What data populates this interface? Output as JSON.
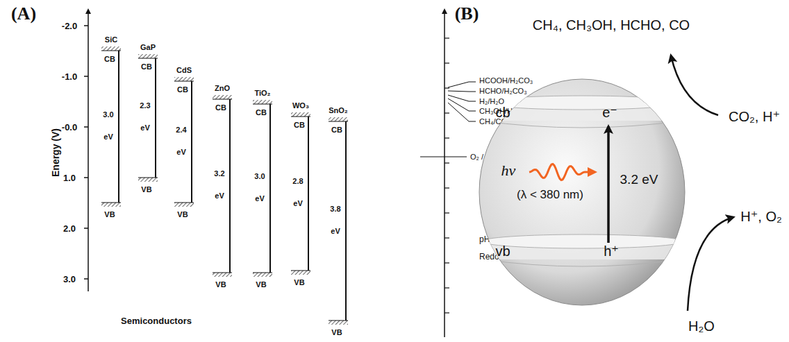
{
  "diagram": {
    "nodes": [
      {
        "text": [
          "cb",
          "e⁻",
          "hν",
          "(λ < 380 nm)",
          "3.2 eV",
          "vb",
          "h⁺"
        ]
      }
    ],
    "labels": [
      "(A)",
      "(B)",
      "-2.0",
      "-1.0",
      "-0.0",
      "1.0",
      "2.0",
      "3.0",
      "Energy (V)",
      "SiC",
      "CB",
      "3.0",
      "eV",
      "VB",
      "GaP",
      "CB",
      "2.3",
      "eV",
      "VB",
      "CdS",
      "CB",
      "2.4",
      "eV",
      "VB",
      "ZnO",
      "CB",
      "3.2",
      "eV",
      "VB",
      "TiO₂",
      "CB",
      "3.0",
      "eV",
      "VB",
      "WO₃",
      "CB",
      "2.8",
      "eV",
      "VB",
      "SnO₂",
      "CB",
      "3.8",
      "eV",
      "VB",
      "HCOOH/H₂CO₃",
      "HCHO/H₂CO₃",
      "H₂/H₂O",
      "CH₃OH/H₂CO₃",
      "CH₄/CO₂",
      "O₂ / H₂O",
      "pH 5.0",
      "Redox system",
      "Semiconductors",
      "CH₄, CH₃OH, HCHO, CO",
      "CO₂, H⁺",
      "H⁺, O₂",
      "H₂O"
    ]
  }
}
